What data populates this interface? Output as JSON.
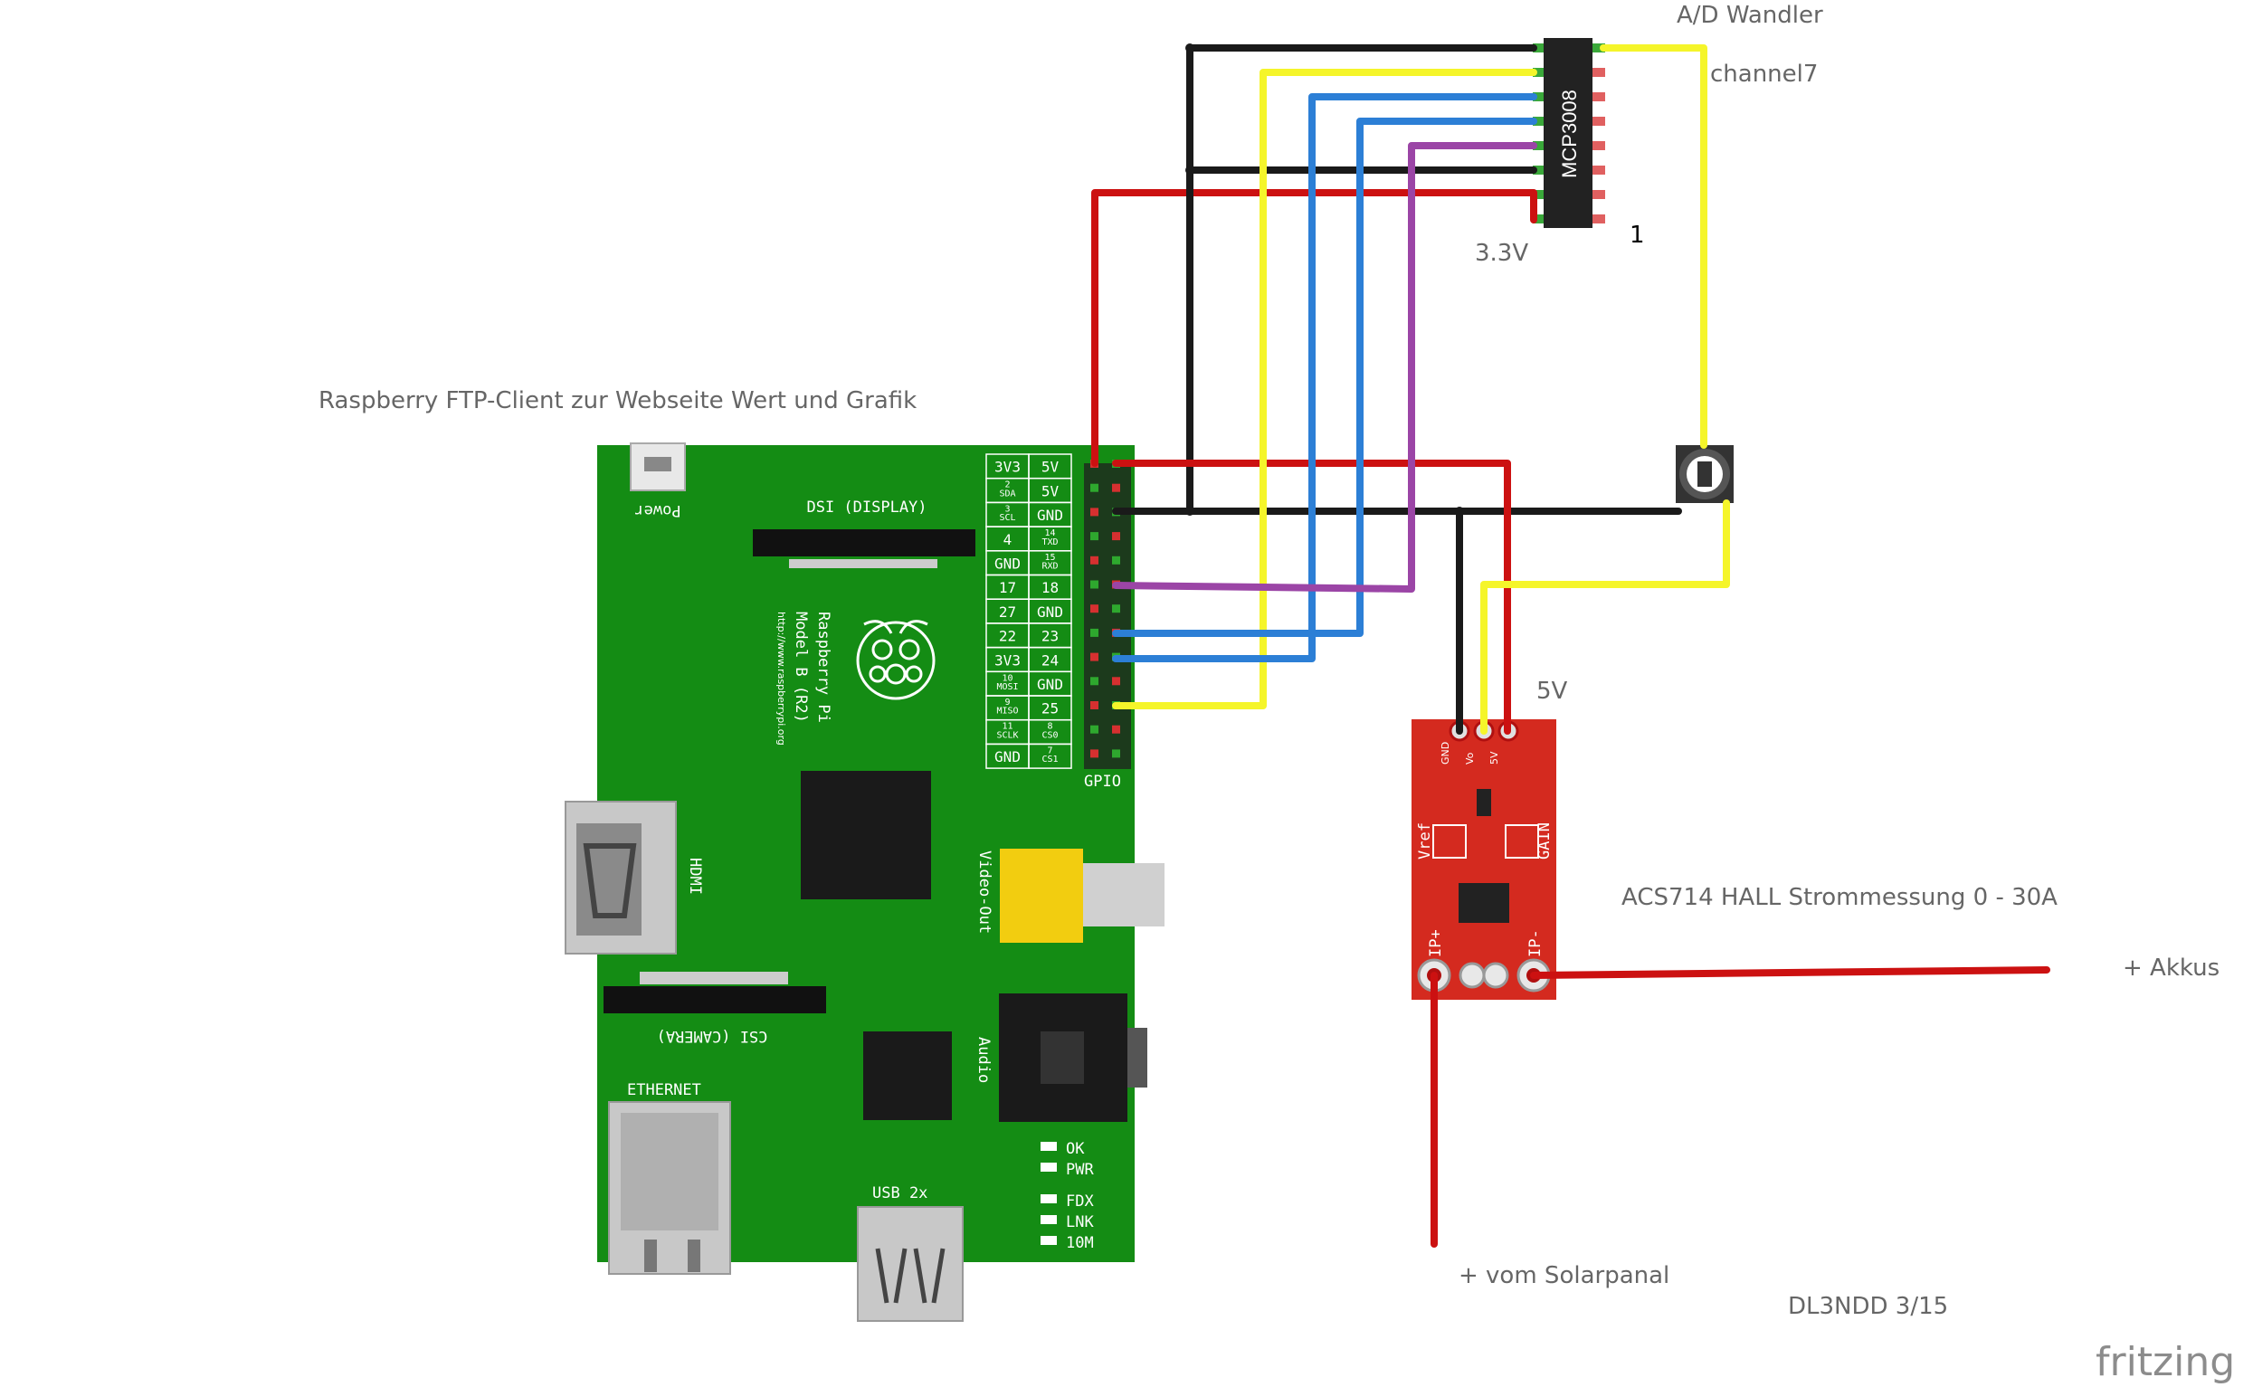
{
  "labels": {
    "ad_title": "A/D Wandler",
    "channel": "channel7",
    "chip": "MCP3008",
    "pin_one": "1",
    "v33": "3.3V",
    "rpi_title": "Raspberry FTP-Client zur Webseite Wert und Grafik",
    "v5": "5V",
    "acs_title": "ACS714 HALL Strommessung 0 - 30A",
    "akkus": "+ Akkus",
    "solar": "+ vom Solarpanal",
    "credit": "DL3NDD 3/15",
    "brand": "fritzing"
  },
  "rpi": {
    "power": "Power",
    "dsi": "DSI (DISPLAY)",
    "brand_line1": "Raspberry Pi",
    "brand_line2": "Model B (R2)",
    "url": "http://www.raspberrypi.org",
    "hdmi": "HDMI",
    "video": "Video-Out",
    "csi": "CSI (CAMERA)",
    "audio": "Audio",
    "ethernet": "ETHERNET",
    "usb": "USB 2x",
    "gpio": "GPIO",
    "leds": [
      "OK",
      "PWR",
      "FDX",
      "LNK",
      "10M"
    ],
    "pins_left": [
      "3V3",
      "SDA",
      "SCL",
      "4",
      "GND",
      "17",
      "27",
      "22",
      "3V3",
      "MOSI",
      "MISO",
      "SCLK",
      "GND"
    ],
    "pins_left_num": [
      "",
      "2",
      "3",
      "",
      "",
      "",
      "",
      "",
      "",
      "10",
      "9",
      "11",
      ""
    ],
    "pins_right": [
      "5V",
      "5V",
      "GND",
      "TXD",
      "RXD",
      "18",
      "GND",
      "23",
      "24",
      "GND",
      "25",
      "CS0",
      "CS1"
    ],
    "pins_right_num": [
      "",
      "",
      "",
      "14",
      "15",
      "",
      "",
      "",
      "",
      "",
      "",
      "8",
      "7"
    ]
  },
  "acs": {
    "gnd": "GND",
    "vo": "Vo",
    "v5pin": "5V",
    "vref": "Vref",
    "gain": "GAIN",
    "ip_plus": "IP+",
    "ip_minus": "IP-"
  },
  "colors": {
    "board": "#148c14",
    "acs_board": "#d42a1f",
    "wire_red": "#cc1111",
    "wire_black": "#1a1a1a",
    "wire_yellow": "#f5f52a",
    "wire_blue": "#2c7fd6",
    "wire_purple": "#9b45a6",
    "label": "#666666"
  }
}
